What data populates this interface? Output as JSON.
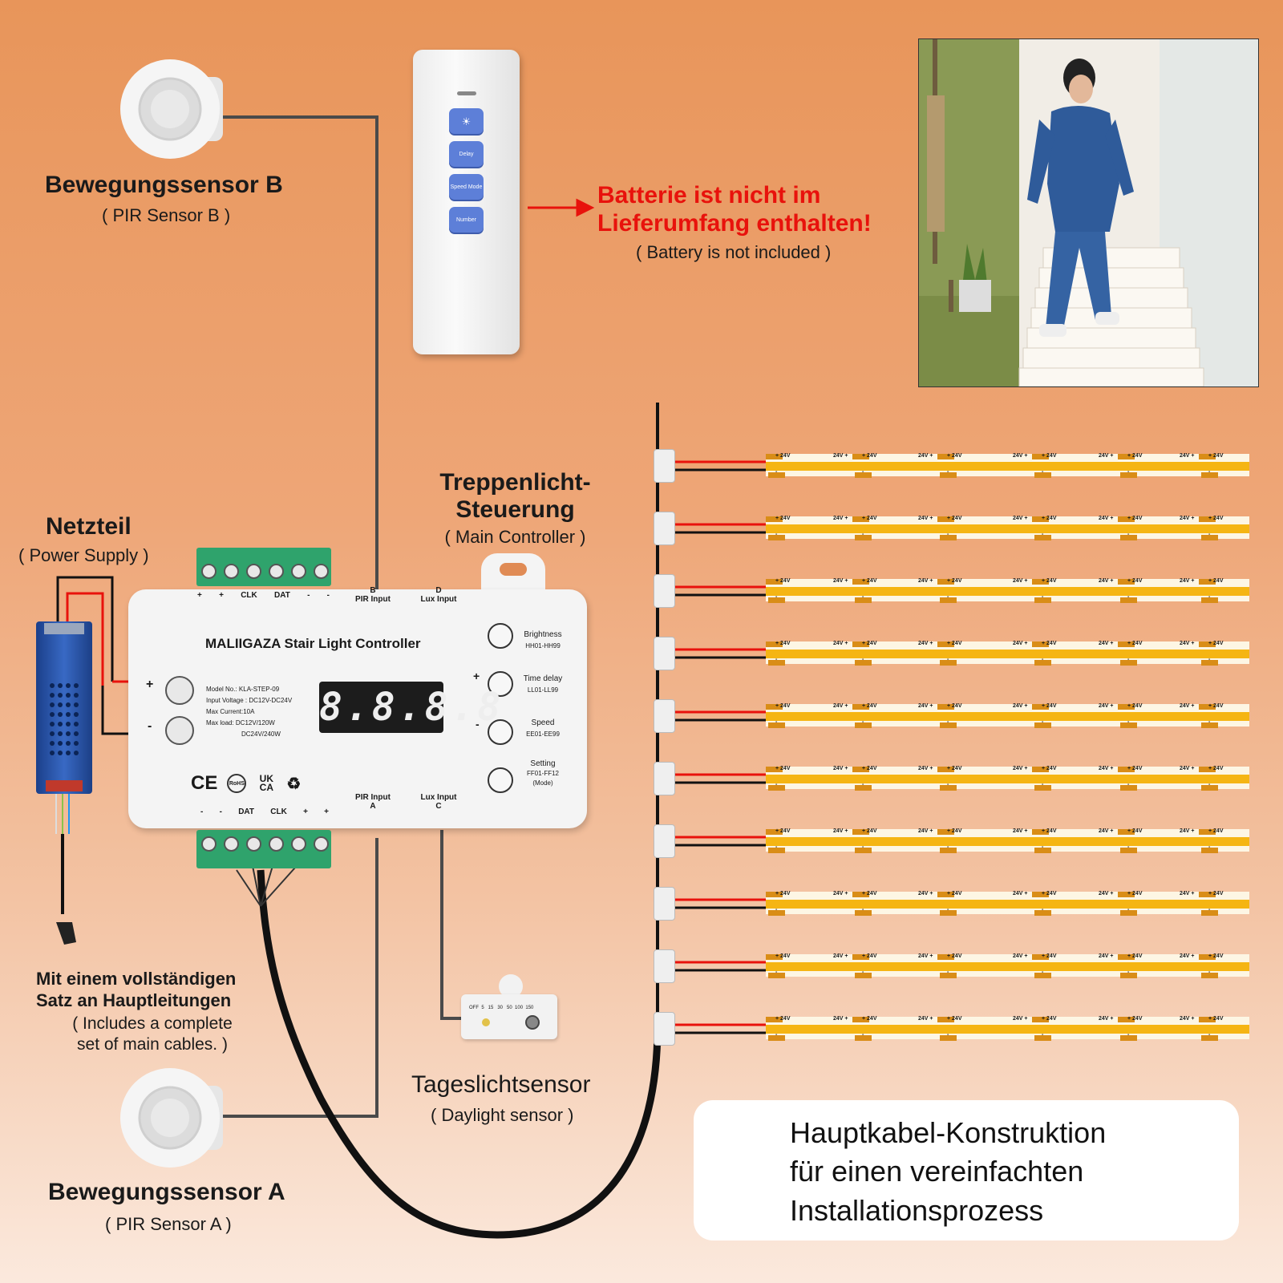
{
  "sensor_b": {
    "title": "Bewegungssensor B",
    "subtitle": "( PIR Sensor B )"
  },
  "sensor_a": {
    "title": "Bewegungssensor A",
    "subtitle": "( PIR Sensor A )"
  },
  "remote": {
    "buttons": [
      {
        "label": "☀"
      },
      {
        "label": "Delay"
      },
      {
        "label": "Speed Mode"
      },
      {
        "label": "Number"
      }
    ]
  },
  "battery": {
    "line1": "Batterie ist nicht im",
    "line2": "Lieferumfang enthalten!",
    "subtitle": "( Battery is not included )"
  },
  "power_supply": {
    "title": "Netzteil",
    "subtitle": "( Power Supply )"
  },
  "controller": {
    "title_line1": "Treppenlicht-",
    "title_line2": "Steuerung",
    "subtitle": "( Main Controller )",
    "brand": "MALIIGAZA Stair Light Controller",
    "display": "8.8.8.8",
    "specs": [
      "Model No.: KLA-STEP-09",
      "Input Voltage : DC12V-DC24V",
      "Max Current:10A",
      "Max  load: DC12V/120W",
      "DC24V/240W"
    ],
    "top_terminal_labels": [
      "+",
      "+",
      "CLK",
      "DAT",
      "-",
      "-"
    ],
    "bottom_terminal_labels": [
      "-",
      "-",
      "DAT",
      "CLK",
      "+",
      "+"
    ],
    "pir_b": {
      "letter": "B",
      "label": "PIR  Input"
    },
    "lux_d": {
      "letter": "D",
      "label": "Lux Input"
    },
    "pir_a": {
      "letter": "A",
      "label": "PIR  Input"
    },
    "lux_c": {
      "letter": "C",
      "label": "Lux Input"
    },
    "plus": "+",
    "minus": "-",
    "settings": [
      {
        "name": "Brightness",
        "code": "HH01-HH99"
      },
      {
        "name": "Time delay",
        "code": "LL01-LL99"
      },
      {
        "name": "Speed",
        "code": "EE01-EE99"
      },
      {
        "name": "Setting",
        "code": "FF01-FF12",
        "extra": "(Mode)"
      }
    ],
    "certs": [
      "CE",
      "RoHS",
      "UK CA",
      "♻"
    ]
  },
  "cables": {
    "line1": "Mit einem vollständigen",
    "line2": "Satz an Hauptleitungen",
    "sub1": "( Includes a complete",
    "sub2": "set of main cables. )"
  },
  "daylight": {
    "title": "Tageslichtsensor",
    "subtitle": "( Daylight sensor )",
    "scale": "OFF  5   15   30   50  100  150"
  },
  "strips": {
    "count": 10,
    "plus_label": "+ 24V",
    "minus_label": "-",
    "mid_label": "24V +"
  },
  "note": {
    "line1": "Hauptkabel-Konstruktion",
    "line2": "für einen vereinfachten",
    "line3": "Installationsprozess"
  },
  "colors": {
    "accent_red": "#e8120c",
    "strip_yellow": "#f5b513",
    "button_blue": "#5d7fd8",
    "terminal_green": "#2fa36c"
  }
}
